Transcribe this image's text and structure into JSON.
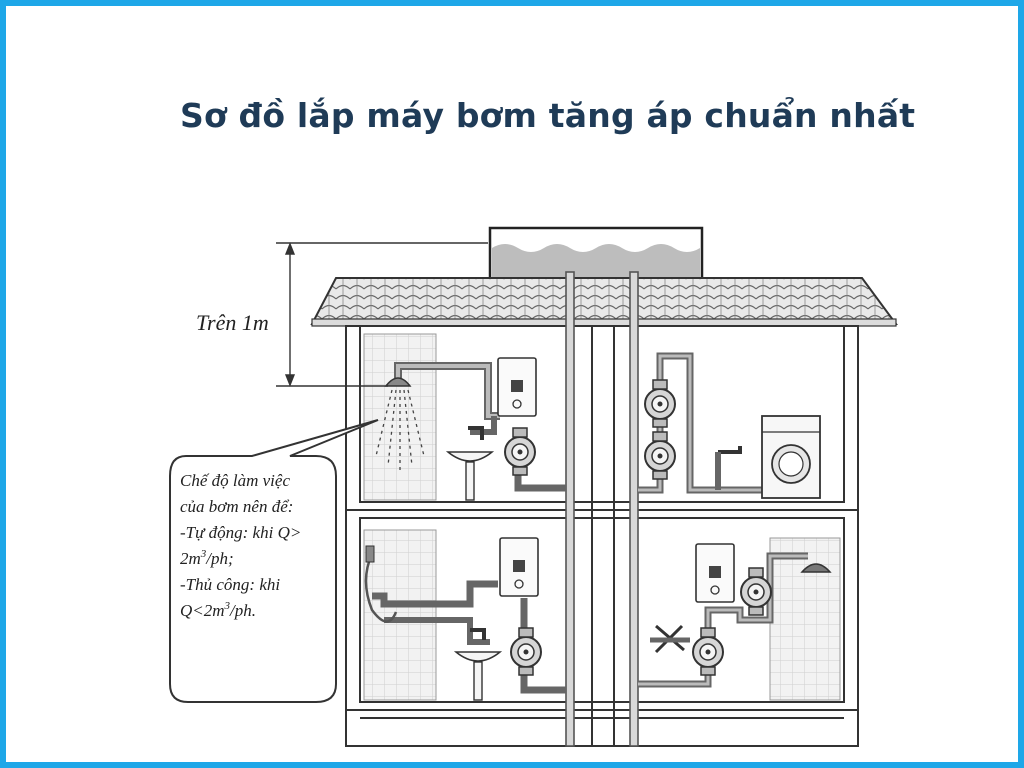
{
  "title": "Sơ đồ lắp máy bơm tăng áp chuẩn nhất",
  "height_label": "Trên 1m",
  "callout": {
    "line1": "Chế độ làm việc",
    "line2": "của bơm nên để:",
    "line3": "-Tự động: khi Q>",
    "line4_value": "2m",
    "line4_sup": "3",
    "line4_rest": "/ph;",
    "line5": "-Thủ công: khi",
    "line6_value": "Q<2m",
    "line6_sup": "3",
    "line6_rest": "/ph."
  },
  "colors": {
    "frame": "#1ea7e8",
    "title": "#1f3b57",
    "pipe": "#8c8c8c",
    "water": "#bdbdbd"
  },
  "icons": [
    "water-tank-icon",
    "roof-tiles-icon",
    "shower-head-icon",
    "faucet-icon",
    "sink-icon",
    "water-heater-icon",
    "pressure-pump-icon",
    "washing-machine-icon"
  ]
}
